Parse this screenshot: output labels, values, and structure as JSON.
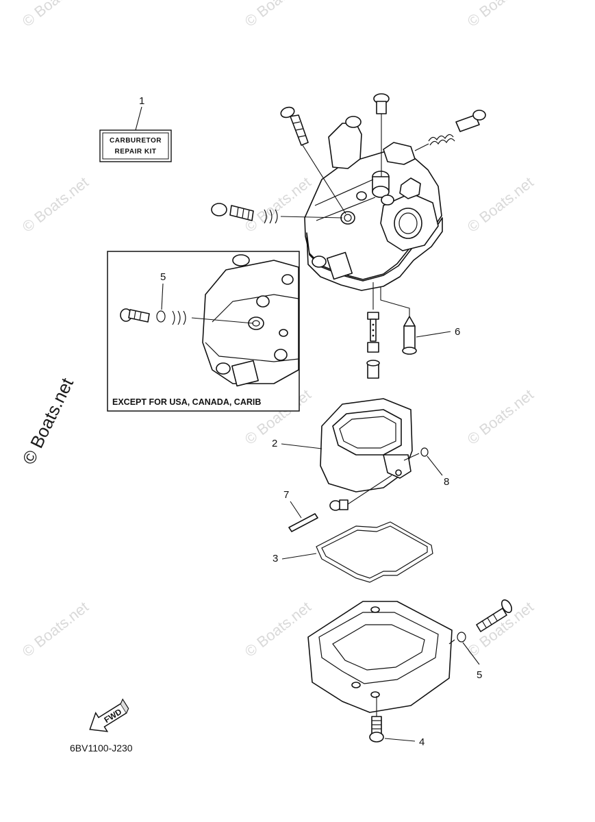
{
  "diagram": {
    "kit_label_line1": "CARBURETOR",
    "kit_label_line2": "REPAIR KIT",
    "inset_caption": "EXCEPT FOR USA, CANADA, CARIB",
    "drawing_code": "6BV1100-J230",
    "fwd_label": "FWD",
    "callouts": {
      "c1": "1",
      "c2": "2",
      "c3": "3",
      "c4": "4",
      "c5_inset": "5",
      "c5_bowl": "5",
      "c6": "6",
      "c7": "7",
      "c8": "8"
    }
  },
  "watermark": {
    "text": "© Boats.net"
  }
}
